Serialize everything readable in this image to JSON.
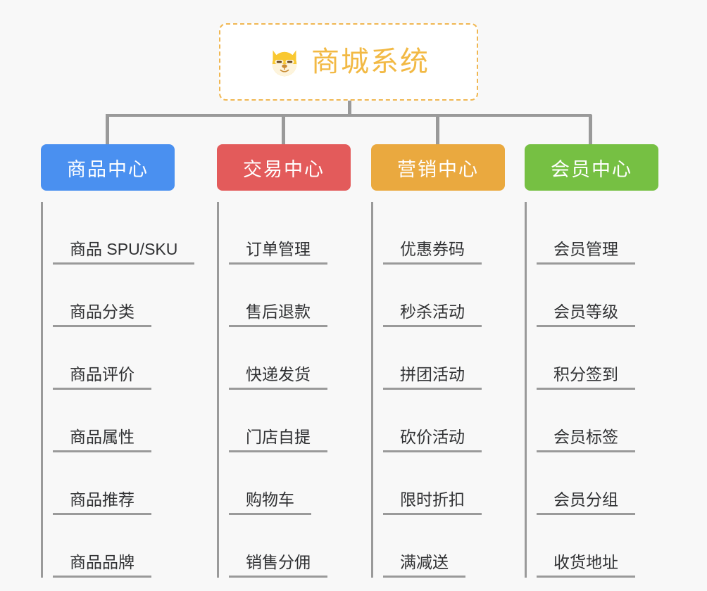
{
  "page": {
    "background_color": "#f8f8f8",
    "type": "org-chart"
  },
  "root": {
    "title": "商城系统",
    "icon": "shiba-dog-icon",
    "text_color": "#f2b944",
    "border_color": "#f0b752",
    "background": "#ffffff"
  },
  "connector": {
    "color": "#9a9a9a"
  },
  "columns": [
    {
      "label": "商品中心",
      "color": "#4a90f0",
      "items": [
        "商品 SPU/SKU",
        "商品分类",
        "商品评价",
        "商品属性",
        "商品推荐",
        "商品品牌"
      ]
    },
    {
      "label": "交易中心",
      "color": "#e35b5b",
      "items": [
        "订单管理",
        "售后退款",
        "快递发货",
        "门店自提",
        "购物车",
        "销售分佣"
      ]
    },
    {
      "label": "营销中心",
      "color": "#eaa93f",
      "items": [
        "优惠券码",
        "秒杀活动",
        "拼团活动",
        "砍价活动",
        "限时折扣",
        "满减送"
      ]
    },
    {
      "label": "会员中心",
      "color": "#76c043",
      "items": [
        "会员管理",
        "会员等级",
        "积分签到",
        "会员标签",
        "会员分组",
        "收货地址"
      ]
    }
  ]
}
